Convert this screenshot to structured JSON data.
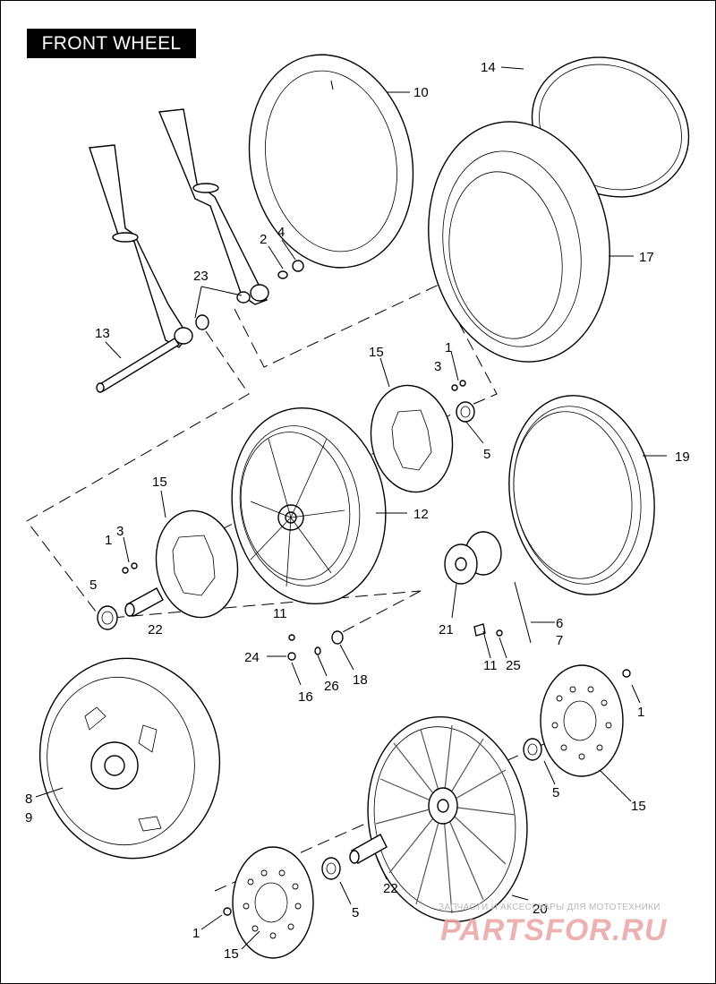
{
  "title": "FRONT WHEEL",
  "callouts": [
    "1",
    "1",
    "1",
    "1",
    "2",
    "3",
    "3",
    "4",
    "5",
    "5",
    "5",
    "5",
    "6",
    "7",
    "8",
    "9",
    "10",
    "11",
    "11",
    "12",
    "13",
    "14",
    "15",
    "15",
    "15",
    "15",
    "16",
    "17",
    "18",
    "19",
    "20",
    "21",
    "22",
    "22",
    "23",
    "24",
    "25",
    "26"
  ],
  "watermark": {
    "tagline": "ЗАПЧАСТИ И АКСЕССУАРЫ ДЛЯ МОТОТЕХНИКИ",
    "logo": "PARTSFOR.RU"
  },
  "colors": {
    "ink": "#000000",
    "watermark": "#e9a5a5",
    "background": "#ffffff"
  }
}
